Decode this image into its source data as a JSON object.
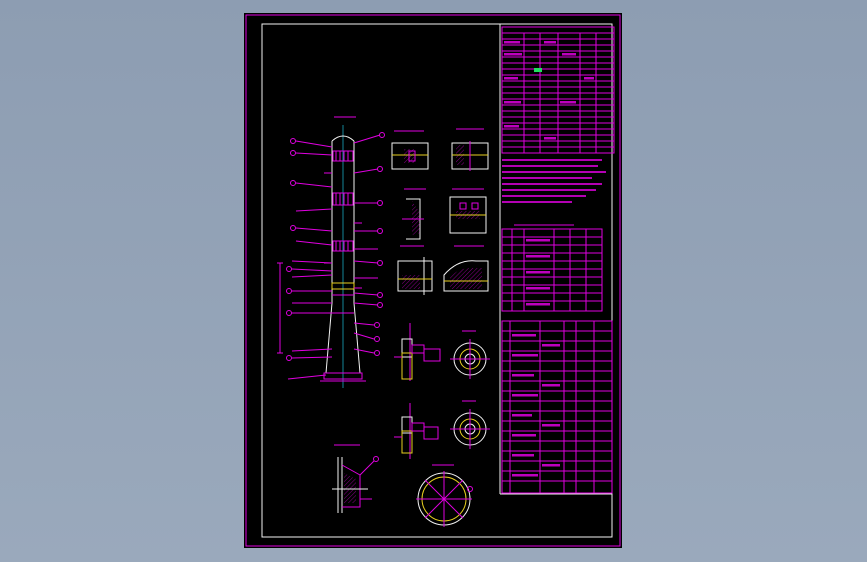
{
  "colors": {
    "viewport_background": "#8d9db2",
    "sheet": "#000000",
    "line_magenta": "#e000e0",
    "line_white": "#f2f2f2",
    "line_yellow": "#e8d020",
    "line_cyan": "#22e0ff",
    "highlight_green": "#20e060"
  },
  "drawing": {
    "views": [
      "tower-elevation",
      "detail-flange-1",
      "detail-flange-2",
      "detail-section-1",
      "detail-section-2",
      "detail-support-1",
      "detail-support-2",
      "nozzle-detail-1",
      "nozzle-detail-2",
      "ring-plan-1",
      "ring-plan-2",
      "base-detail",
      "base-plan"
    ],
    "tables": [
      "technical-characteristics-table",
      "notes-block",
      "nozzle-table",
      "parts-list"
    ]
  }
}
